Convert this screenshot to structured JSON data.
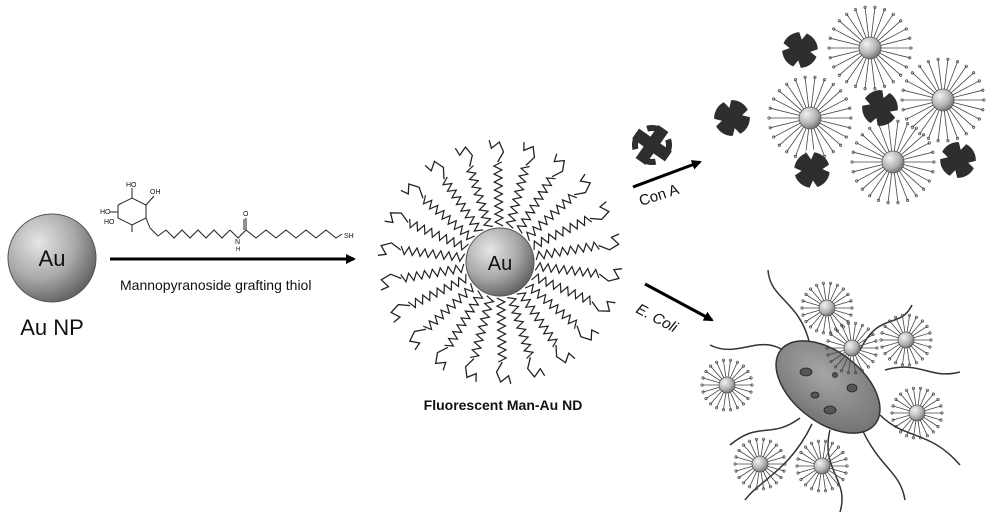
{
  "au_np": {
    "core_label": "Au",
    "caption": "Au NP"
  },
  "step1": {
    "reagent": "Mannopyranoside grafting thiol",
    "structure_labels": {
      "hydroxyl_1": "HO",
      "hydroxyl_2": "HO",
      "hydroxyl_3": "HO",
      "hydroxyl_4": "OH",
      "amide_nh": "H",
      "amide_n": "N",
      "carbonyl_o": "O",
      "thiol": "SH"
    }
  },
  "nanodot": {
    "core_label": "Au",
    "caption": "Fluorescent Man-Au ND"
  },
  "con_a": {
    "arrow_label": "Con A"
  },
  "e_coli": {
    "arrow_label": "E. Coli"
  },
  "colors": {
    "gold_light": "#e2e2e2",
    "gold_dark": "#6c6c6c",
    "protein": "#2e2e2e",
    "bacterium": "#8a8a8a"
  }
}
